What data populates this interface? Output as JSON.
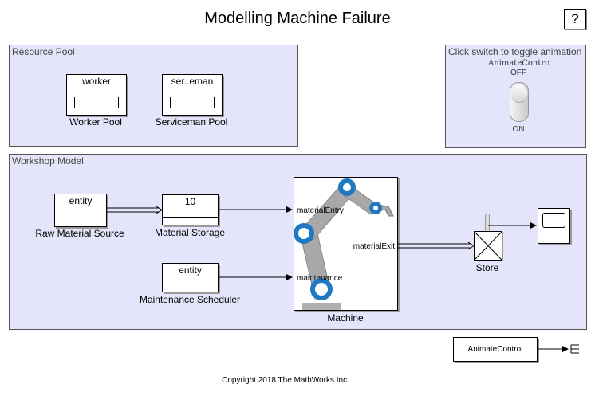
{
  "title": "Modelling Machine Failure",
  "help_label": "?",
  "resource_pool": {
    "label": "Resource Pool",
    "worker_pool": {
      "inner": "worker",
      "label": "Worker Pool"
    },
    "serviceman_pool": {
      "inner": "ser..eman",
      "label": "Serviceman Pool"
    }
  },
  "toggle_area": {
    "label": "Click switch to toggle animation",
    "switch_name": "AnimateContro",
    "off_label": "OFF",
    "on_label": "ON"
  },
  "workshop": {
    "label": "Workshop Model",
    "raw_source": {
      "inner": "entity",
      "label": "Raw Material Source"
    },
    "storage": {
      "inner": "10",
      "label": "Material Storage"
    },
    "scheduler": {
      "inner": "entity",
      "label": "Maintenance Scheduler"
    },
    "machine": {
      "label": "Machine",
      "port_entry": "materialEntry",
      "port_maint": "maintenance",
      "port_exit": "materialExit"
    },
    "store": {
      "label": "Store"
    }
  },
  "animate_block": {
    "label": "AnimateControl"
  },
  "copyright": "Copyright 2018 The MathWorks Inc.",
  "colors": {
    "area_fill": "#e4e4fa",
    "robot_blue": "#1f78c1",
    "robot_gray": "#a8a8a8"
  }
}
